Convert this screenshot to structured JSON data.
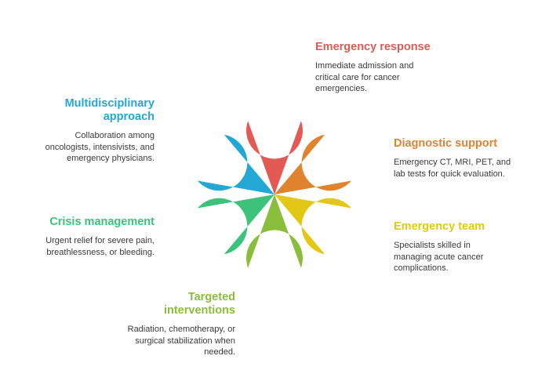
{
  "petals": [
    {
      "key": "emergency-response",
      "title": [
        "Emergency response"
      ],
      "desc": [
        "Immediate admission and",
        "critical care for cancer",
        "emergencies."
      ],
      "color": "#e35a55",
      "icon": "ambulance-icon"
    },
    {
      "key": "diagnostic-support",
      "title": [
        "Diagnostic support"
      ],
      "desc": [
        "Emergency CT, MRI, PET, and",
        "lab tests for quick evaluation."
      ],
      "color": "#e0832f",
      "icon": "doctor-xray-icon"
    },
    {
      "key": "emergency-team",
      "title": [
        "Emergency team"
      ],
      "desc": [
        "Specialists skilled in",
        "managing acute cancer",
        "complications."
      ],
      "color": "#e3c716",
      "icon": "helicopter-icon"
    },
    {
      "key": "targeted-interventions",
      "title": [
        "Targeted",
        "interventions"
      ],
      "desc": [
        "Radiation, chemotherapy, or",
        "surgical stabilization when",
        "needed."
      ],
      "color": "#8bbd3c",
      "icon": "virus-icon"
    },
    {
      "key": "crisis-management",
      "title": [
        "Crisis management"
      ],
      "desc": [
        "Urgent relief for severe pain,",
        "breathlessness, or bleeding."
      ],
      "color": "#3cc27a",
      "icon": "hands-helmet-icon"
    },
    {
      "key": "multidisciplinary-approach",
      "title": [
        "Multidisciplinary",
        "approach"
      ],
      "desc": [
        "Collaboration among",
        "oncologists, intensivists, and",
        "emergency physicians."
      ],
      "color": "#23a8d6",
      "icon": "medical-team-icon"
    }
  ]
}
